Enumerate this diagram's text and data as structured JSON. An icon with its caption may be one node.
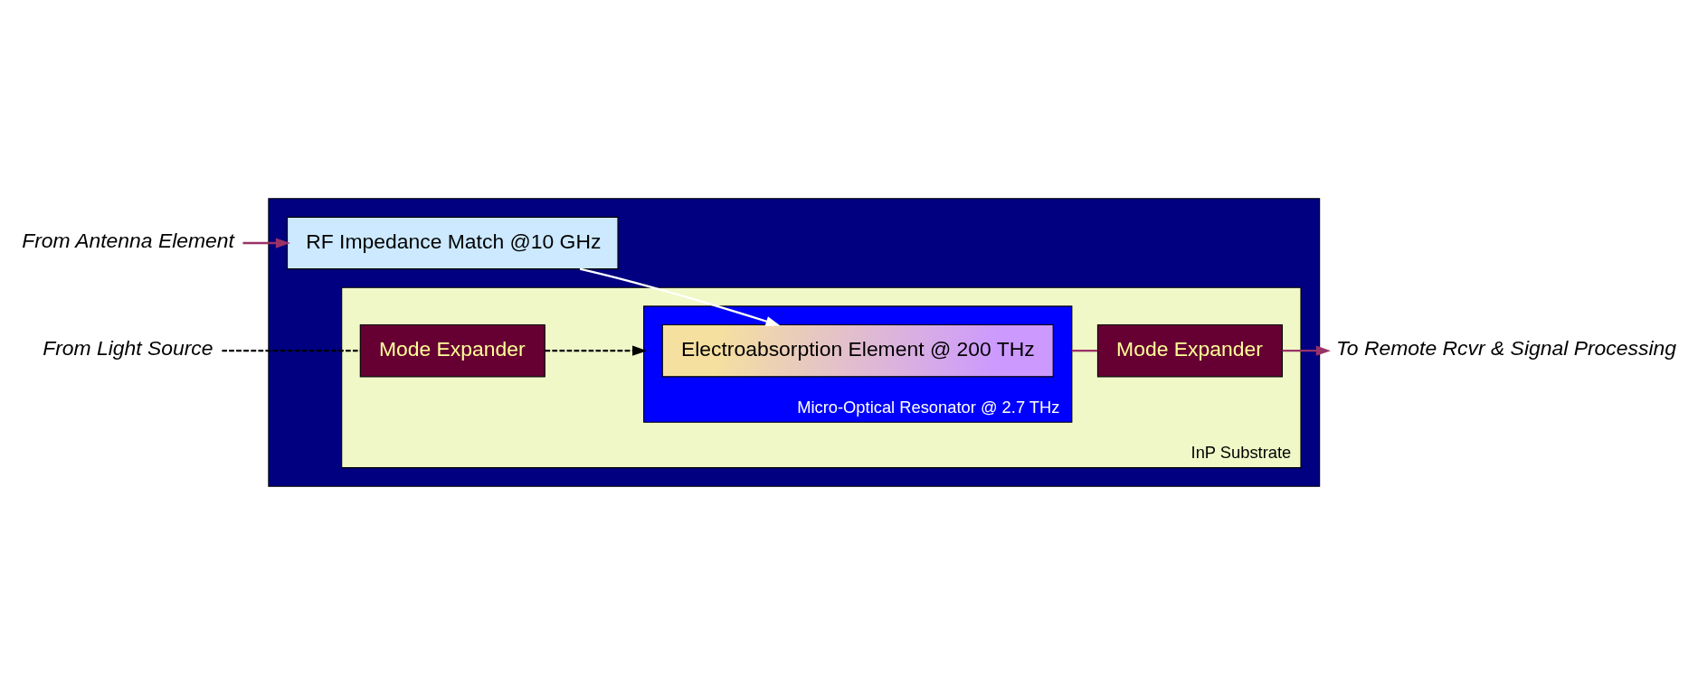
{
  "diagram": {
    "nodes": [
      {
        "text": [],
        "shape": "box"
      },
      {
        "text": [
          "RF Impedance Match @10 GHz"
        ],
        "in": 0
      },
      {
        "text": [
          "InP Substrate"
        ],
        "in": 0
      },
      {
        "text": [
          "Mode Expander"
        ],
        "in": 2
      },
      {
        "text": [
          "Micro-Optical Resonator @ 2.7 THz"
        ],
        "in": 2
      },
      {
        "text": [
          "Electroabsorption Element @ 200 THz"
        ],
        "in": 4
      },
      {
        "text": [
          "Mode Expander"
        ],
        "in": 2
      },
      {
        "text": [
          "From Antenna Element"
        ]
      },
      {
        "text": [
          "From Light Source"
        ]
      },
      {
        "text": [
          "To Remote Rcvr & Signal Processing"
        ]
      }
    ],
    "edges": [
      {
        "from": 7,
        "to": 1,
        "arrow": "to"
      },
      {
        "from": 1,
        "to": 5,
        "arrow": "to",
        "color": "#ffffff"
      },
      {
        "from": 8,
        "to": 3,
        "arrow": "none",
        "style": "dashed",
        "color": "#000000"
      },
      {
        "from": 3,
        "to": 4,
        "arrow": "to",
        "style": "dashed",
        "color": "#000000"
      },
      {
        "from": 4,
        "to": 6,
        "arrow": "none"
      },
      {
        "from": 6,
        "to": 9,
        "arrow": "to"
      }
    ]
  }
}
